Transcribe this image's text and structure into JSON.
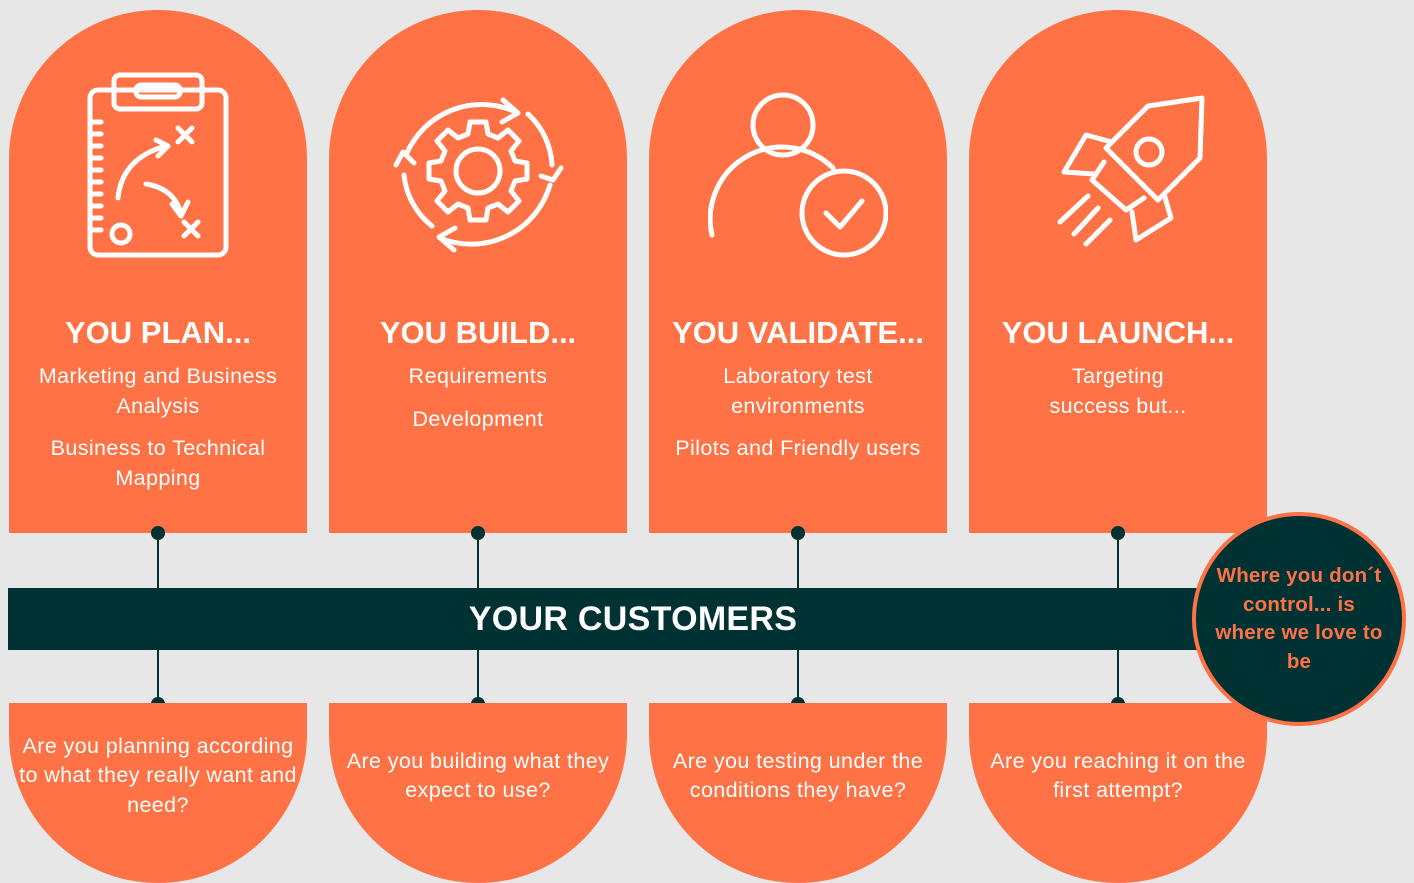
{
  "colors": {
    "background": "#e7e7e7",
    "accent": "#ff7245",
    "dark": "#003133",
    "text_light": "#ffffff"
  },
  "stages": [
    {
      "icon": "clipboard-strategy-icon",
      "title": "YOU PLAN...",
      "lines": [
        "Marketing and Business Analysis",
        "Business to Technical Mapping"
      ],
      "question": "Are you planning according to what they really want and need?"
    },
    {
      "icon": "gear-cycle-icon",
      "title": "YOU BUILD...",
      "lines": [
        "Requirements",
        "Development"
      ],
      "question": "Are you building what they expect to use?"
    },
    {
      "icon": "user-check-icon",
      "title": "YOU VALIDATE...",
      "lines": [
        "Laboratory test environments",
        "Pilots and Friendly users"
      ],
      "question": "Are you testing under the conditions they have?"
    },
    {
      "icon": "rocket-icon",
      "title": "YOU LAUNCH...",
      "lines": [
        "Targeting success but..."
      ],
      "question": "Are you reaching it on the first attempt?"
    }
  ],
  "banner": {
    "label": "YOUR CUSTOMERS"
  },
  "badge": {
    "text": "Where you don´t control... is where we love to be"
  }
}
